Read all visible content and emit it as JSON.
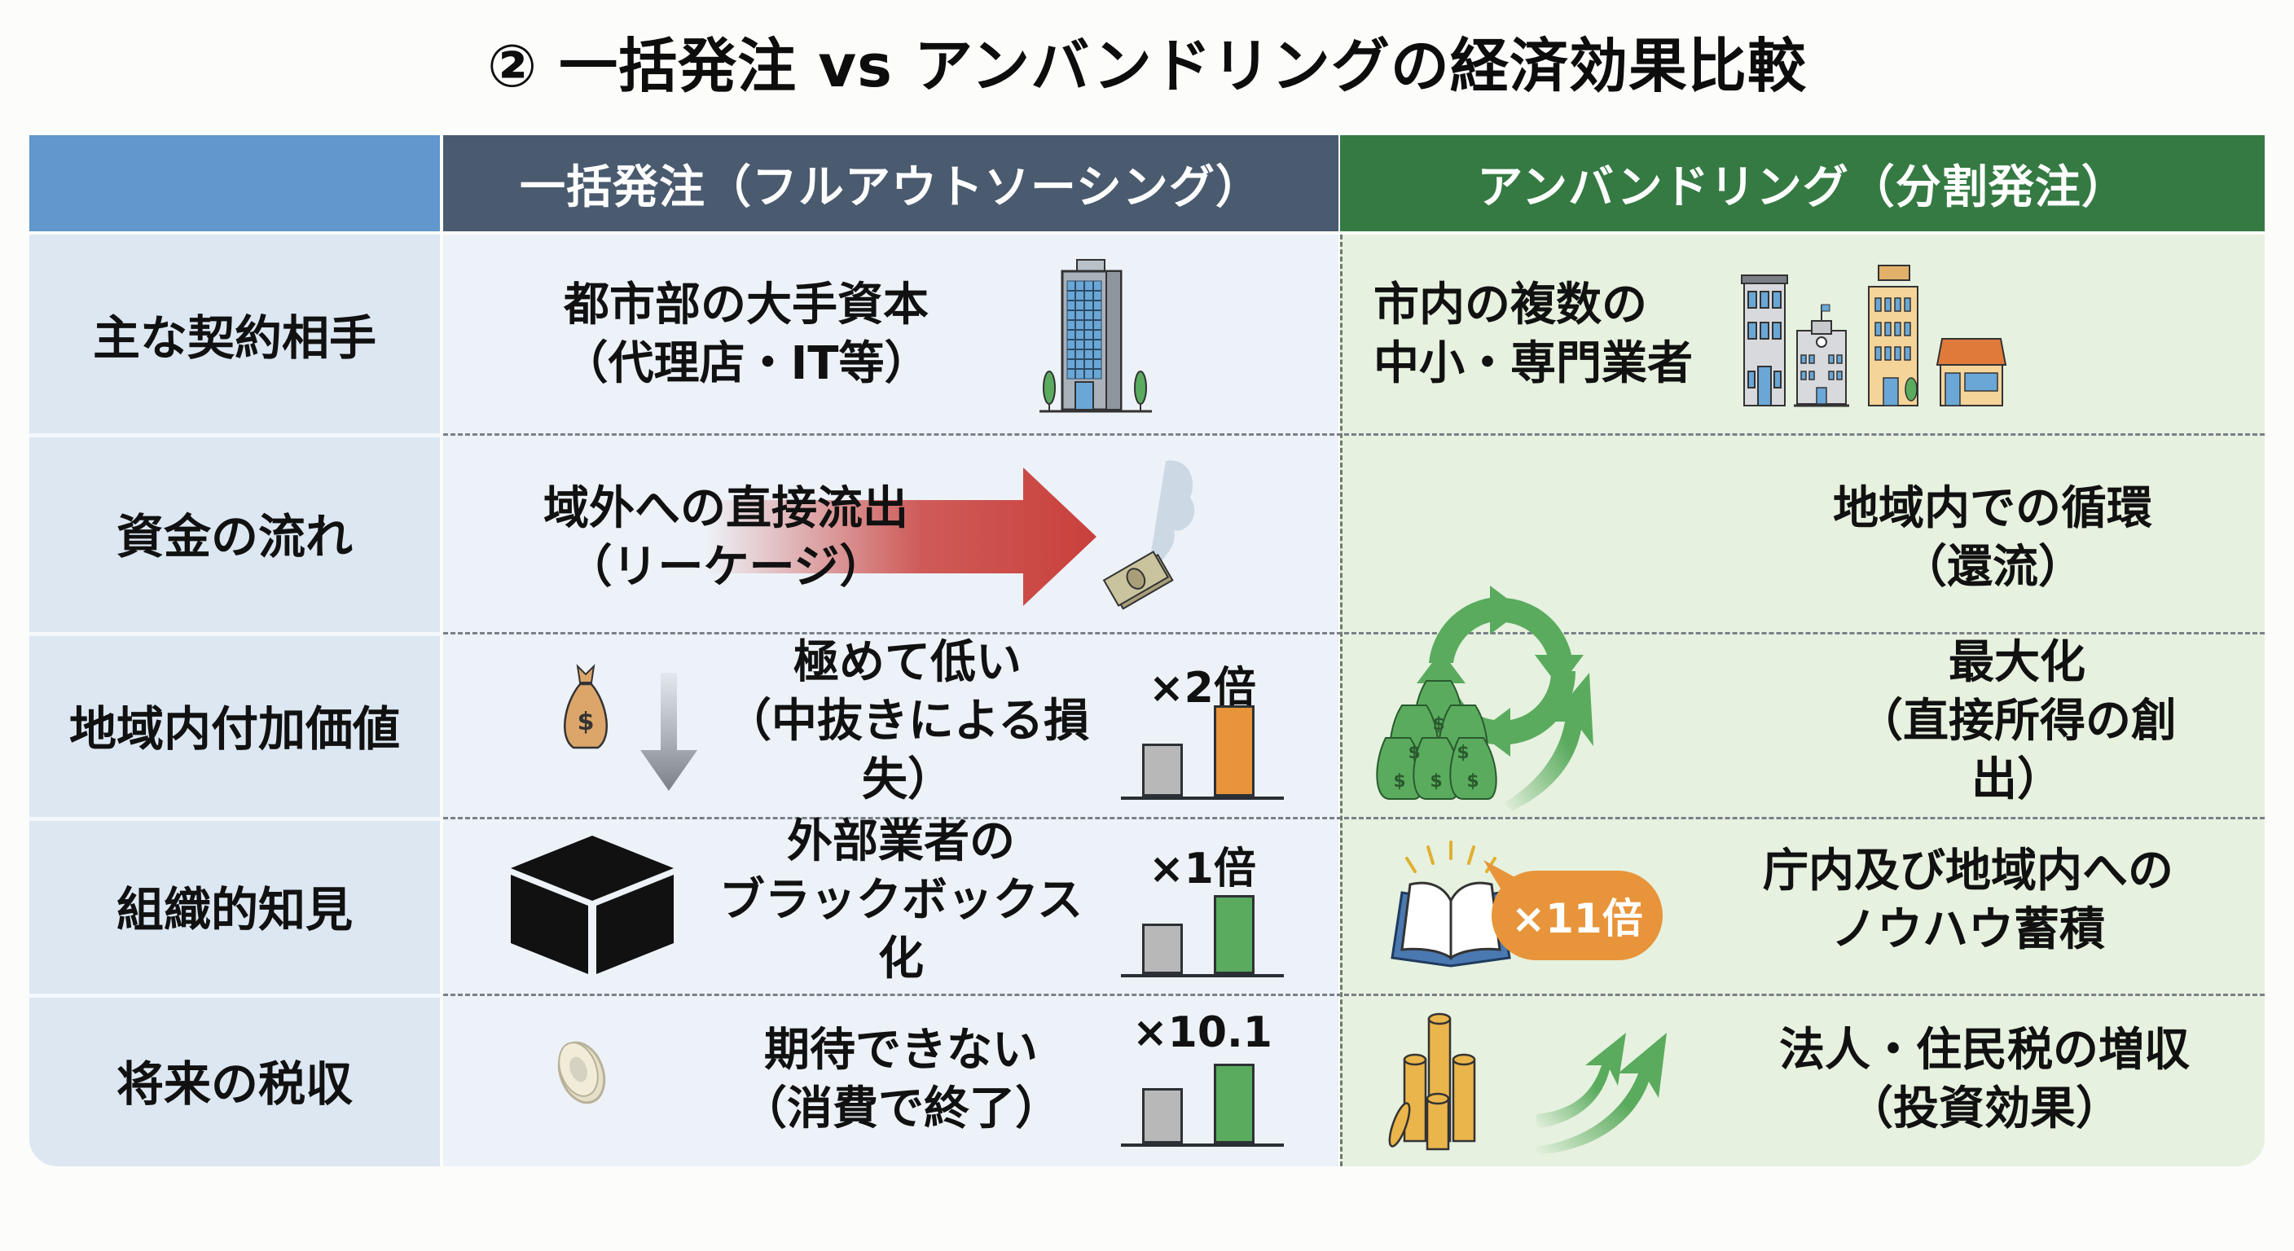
{
  "title": "② 一括発注 vs アンバンドリングの経済効果比較",
  "header": {
    "label_cell": "",
    "outsource": "一括発注（フルアウトソーシング）",
    "unbundled": "アンバンドリング（分割発注）"
  },
  "colors": {
    "label_header": "#6097cc",
    "outsource_header": "#4a5a6f",
    "unbundled_header": "#357a43",
    "label_bg": "#dce7f2",
    "outsource_bg": "#edf2f8",
    "unbundled_bg": "#e6f1df",
    "leak_arrow": "#c9403c",
    "growth_green": "#5aab5e",
    "bar_gray": "#b8b8b8",
    "bar_orange": "#e8943a",
    "bar_green": "#5aab5e",
    "bubble_orange": "#e8943a"
  },
  "rows": [
    {
      "label": "主な契約相手",
      "outsource": {
        "line1": "都市部の大手資本",
        "line2": "（代理店・IT等）",
        "icon": "skyscraper-icon"
      },
      "unbundled": {
        "line1": "市内の複数の",
        "line2": "中小・専門業者",
        "icon": "local-buildings-icon"
      }
    },
    {
      "label": "資金の流れ",
      "outsource": {
        "line1": "域外への直接流出",
        "line2": "（リーケージ）",
        "icon": "money-leaving-arrow-icon"
      },
      "unbundled": {
        "line1": "地域内での循環",
        "line2": "（還流）",
        "icon": "circular-arrows-icon"
      }
    },
    {
      "label": "地域内付加価値",
      "outsource": {
        "line1": "極めて低い",
        "line2": "（中抜きによる損失）",
        "icon": "money-bag-down-icon",
        "multiplier": "×2倍"
      },
      "unbundled": {
        "line1": "最大化",
        "line2": "（直接所得の創出）",
        "icon": "money-bags-pile-icon"
      }
    },
    {
      "label": "組織的知見",
      "outsource": {
        "line1": "外部業者の",
        "line2": "ブラックボックス化",
        "icon": "black-box-icon",
        "multiplier": "×1倍"
      },
      "unbundled": {
        "line1": "庁内及び地域内への",
        "line2": "ノウハウ蓄積",
        "icon": "open-book-icon",
        "bubble": "×11倍"
      }
    },
    {
      "label": "将来の税収",
      "outsource": {
        "line1": "期待できない",
        "line2": "（消費で終了）",
        "icon": "single-coin-icon",
        "multiplier": "×10.1"
      },
      "unbundled": {
        "line1": "法人・住民税の増収",
        "line2": "（投資効果）",
        "icon": "coin-stacks-icon"
      }
    }
  ],
  "chart_data": [
    {
      "type": "bar",
      "title": "×2倍",
      "categories": [
        "一括発注",
        "アンバンドリング"
      ],
      "values": [
        1,
        2
      ],
      "colors": [
        "#b8b8b8",
        "#e8943a"
      ],
      "context": "地域内付加価値"
    },
    {
      "type": "bar",
      "title": "×1倍",
      "categories": [
        "一括発注",
        "アンバンドリング"
      ],
      "values": [
        1,
        1.5
      ],
      "colors": [
        "#b8b8b8",
        "#5aab5e"
      ],
      "context": "組織的知見"
    },
    {
      "type": "bar",
      "title": "×10.1",
      "categories": [
        "一括発注",
        "アンバンドリング"
      ],
      "values": [
        1,
        1.5
      ],
      "colors": [
        "#b8b8b8",
        "#5aab5e"
      ],
      "context": "将来の税収"
    }
  ]
}
